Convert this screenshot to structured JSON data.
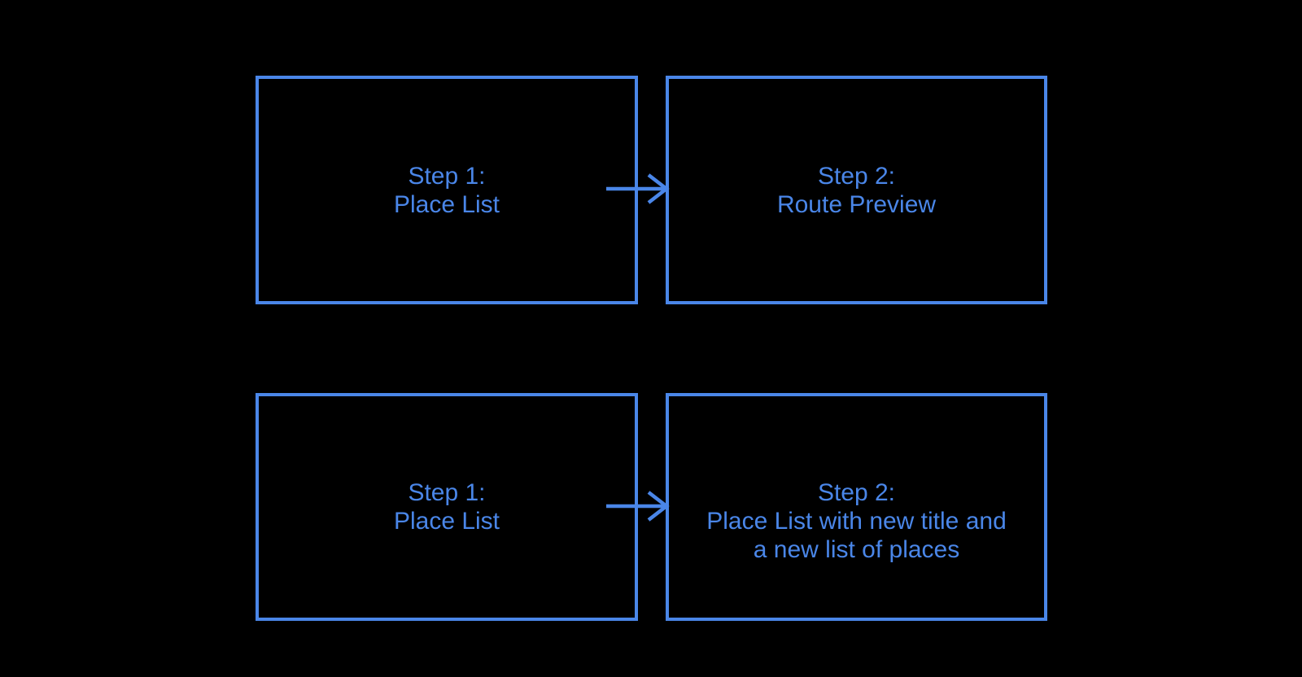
{
  "colors": {
    "accent": "#4a86e8",
    "background": "#000000"
  },
  "diagram": {
    "flow1": {
      "step1": {
        "lines": [
          "Step 1:",
          "Place List"
        ]
      },
      "step2": {
        "lines": [
          "Step 2:",
          "Route Preview"
        ]
      }
    },
    "flow2": {
      "step1": {
        "lines": [
          "Step 1:",
          "Place List"
        ]
      },
      "step2": {
        "lines": [
          "Step 2:",
          "Place List with new title and",
          "a new list of places"
        ]
      }
    }
  }
}
